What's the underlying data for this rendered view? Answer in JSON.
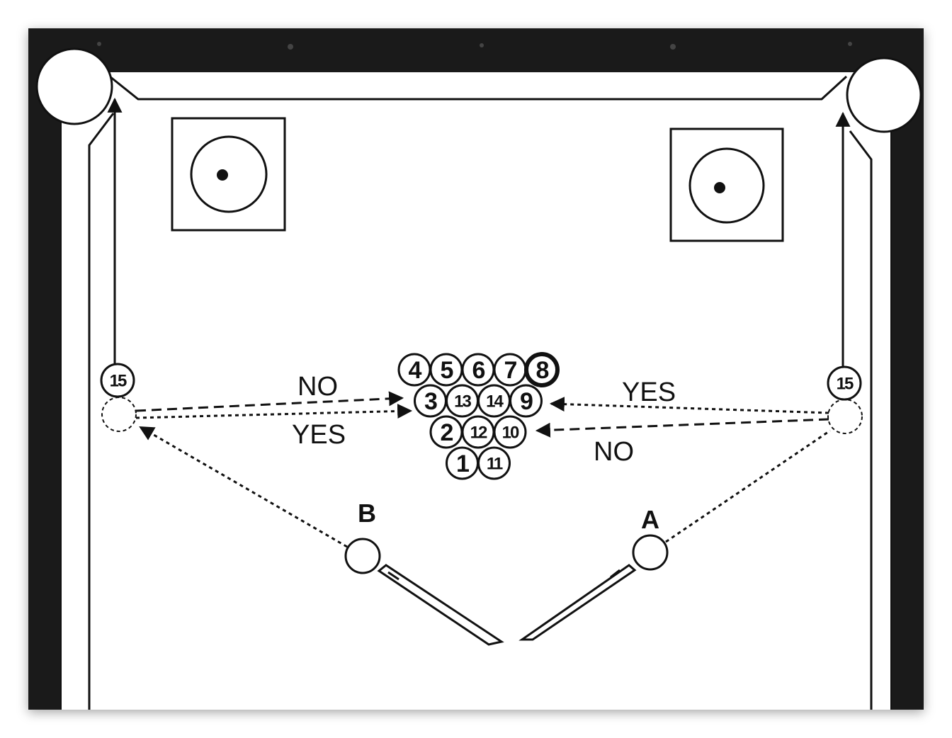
{
  "labels": {
    "no_left": "NO",
    "yes_left": "YES",
    "yes_right": "YES",
    "no_right": "NO",
    "cue_a": "A",
    "cue_b": "B"
  },
  "rack": {
    "rows": [
      [
        "4",
        "5",
        "6",
        "7",
        "8"
      ],
      [
        "3",
        "13",
        "14",
        "9"
      ],
      [
        "2",
        "12",
        "10"
      ],
      [
        "1",
        "11"
      ]
    ]
  },
  "left_object_ball": "15",
  "right_object_ball": "15",
  "colors": {
    "ink": "#111111",
    "rail": "#1a1a1a",
    "cloth": "#ffffff"
  }
}
